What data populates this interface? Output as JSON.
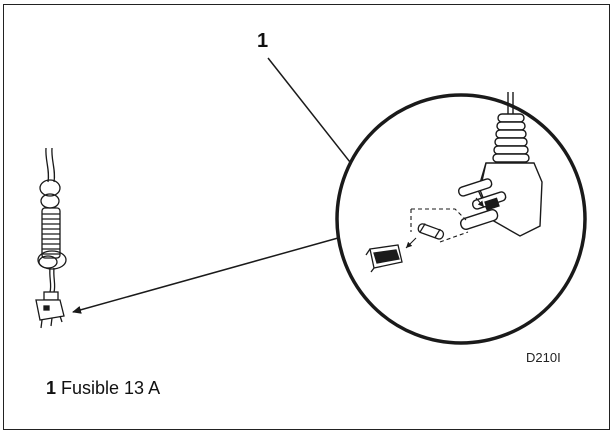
{
  "callout": {
    "number": "1"
  },
  "figure_code": "D210I",
  "legend": {
    "number": "1",
    "text": "Fusible 13 A"
  },
  "colors": {
    "line": "#1a1a1a",
    "background": "#ffffff"
  }
}
